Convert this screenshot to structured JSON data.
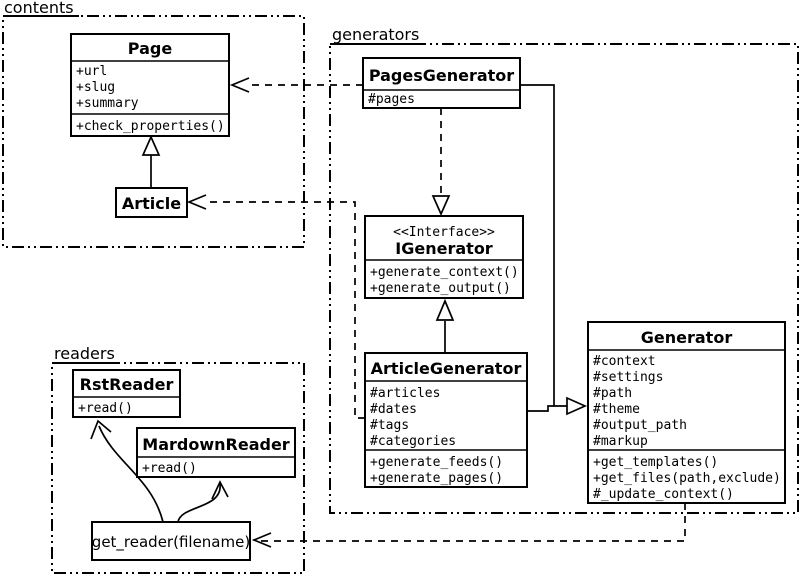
{
  "diagram": {
    "background_color": "#ffffff",
    "line_color": "#000000"
  },
  "packages": {
    "contents": {
      "label": "contents"
    },
    "generators": {
      "label": "generators"
    },
    "readers": {
      "label": "readers"
    }
  },
  "classes": {
    "page": {
      "title": "Page",
      "attributes": [
        "+url",
        "+slug",
        "+summary"
      ],
      "methods": [
        "+check_properties()"
      ]
    },
    "article": {
      "title": "Article"
    },
    "pages_generator": {
      "title": "PagesGenerator",
      "attributes": [
        "#pages"
      ]
    },
    "igenerator": {
      "stereotype": "<<Interface>>",
      "title": "IGenerator",
      "methods": [
        "+generate_context()",
        "+generate_output()"
      ]
    },
    "article_generator": {
      "title": "ArticleGenerator",
      "attributes": [
        "#articles",
        "#dates",
        "#tags",
        "#categories"
      ],
      "methods": [
        "+generate_feeds()",
        "+generate_pages()"
      ]
    },
    "generator": {
      "title": "Generator",
      "attributes": [
        "#context",
        "#settings",
        "#path",
        "#theme",
        "#output_path",
        "#markup"
      ],
      "methods": [
        "+get_templates()",
        "+get_files(path,exclude)",
        "#_update_context()"
      ]
    },
    "rst_reader": {
      "title": "RstReader",
      "methods": [
        "+read()"
      ]
    },
    "mardown_reader": {
      "title": "MardownReader",
      "methods": [
        "+read()"
      ]
    }
  },
  "nodes": {
    "get_reader": {
      "label": "get_reader(filename)"
    }
  },
  "relations": [
    {
      "from": "Article",
      "to": "Page",
      "type": "inheritance",
      "style": "solid-hollow-triangle"
    },
    {
      "from": "PagesGenerator",
      "to": "Page",
      "type": "dependency",
      "style": "dashed-open-arrow"
    },
    {
      "from": "ArticleGenerator",
      "to": "Article",
      "type": "dependency",
      "style": "dashed-open-arrow"
    },
    {
      "from": "PagesGenerator",
      "to": "IGenerator",
      "type": "realization",
      "style": "dashed-hollow-triangle"
    },
    {
      "from": "ArticleGenerator",
      "to": "IGenerator",
      "type": "inheritance",
      "style": "solid-hollow-triangle"
    },
    {
      "from": "PagesGenerator",
      "to": "Generator",
      "type": "inheritance",
      "style": "solid-hollow-triangle"
    },
    {
      "from": "ArticleGenerator",
      "to": "Generator",
      "type": "inheritance",
      "style": "solid-hollow-triangle"
    },
    {
      "from": "Generator",
      "to": "get_reader(filename)",
      "type": "dependency",
      "style": "dashed-open-arrow"
    },
    {
      "from": "get_reader(filename)",
      "to": "RstReader",
      "type": "link",
      "style": "curved-open-arrow"
    },
    {
      "from": "get_reader(filename)",
      "to": "MardownReader",
      "type": "link",
      "style": "curved-open-arrow"
    }
  ]
}
